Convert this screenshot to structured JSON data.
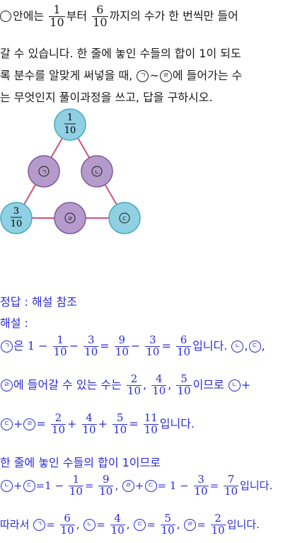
{
  "problem": {
    "line1": {
      "a": "안에는",
      "f1": {
        "n": "1",
        "d": "10"
      },
      "b": "부터",
      "f2": {
        "n": "6",
        "d": "10"
      },
      "c": "까지의 수가 한 번씩만 들어"
    },
    "line2": "갈 수 있습니다. 한 줄에 놓인 수들의 합이 1이 되도",
    "line3": {
      "a": "록 분수를 알맞게 써넣을 때,",
      "c1": "ㄱ",
      "tilde": "~",
      "c2": "ㄹ",
      "b": "에 들어가는 수"
    },
    "line4": "는 무엇인지 풀이과정을 쓰고, 답을 구하시오."
  },
  "diagram": {
    "top": {
      "n": "1",
      "d": "10"
    },
    "bottom_left": {
      "n": "3",
      "d": "10"
    },
    "labels": {
      "a": "ㄱ",
      "b": "ㄴ",
      "c": "ㄷ",
      "d": "ㄹ"
    },
    "colors": {
      "known_fill": "#8fd0e2",
      "unknown_fill": "#b59bcc",
      "stroke": "#4aa9c4",
      "unknown_stroke": "#7f5a9c",
      "edge": "#d0507a"
    }
  },
  "solution": {
    "answer_line": "정답 : 해설 참조",
    "explain_label": "해설 :",
    "s1": {
      "c": "ㄱ",
      "a": "은",
      "one": "1 −",
      "f1": {
        "n": "1",
        "d": "10"
      },
      "m1": "−",
      "f2": {
        "n": "3",
        "d": "10"
      },
      "eq1": "=",
      "f3": {
        "n": "9",
        "d": "10"
      },
      "m2": "−",
      "f4": {
        "n": "3",
        "d": "10"
      },
      "eq2": "=",
      "f5": {
        "n": "6",
        "d": "10"
      },
      "b": "입니다.",
      "c2": "ㄴ",
      "comma1": ",",
      "c3": "ㄷ",
      "comma2": ","
    },
    "s2": {
      "c": "ㄹ",
      "a": "에 들어갈 수 있는 수는",
      "f1": {
        "n": "2",
        "d": "10"
      },
      "comma1": ",",
      "f2": {
        "n": "4",
        "d": "10"
      },
      "comma2": ",",
      "f3": {
        "n": "5",
        "d": "10"
      },
      "b": "이므로",
      "c2": "ㄴ",
      "plus": "+"
    },
    "s3": {
      "c1": "ㄷ",
      "plus1": "+",
      "c2": "ㄹ",
      "eq": "=",
      "f1": {
        "n": "2",
        "d": "10"
      },
      "p1": "+",
      "f2": {
        "n": "4",
        "d": "10"
      },
      "p2": "+",
      "f3": {
        "n": "5",
        "d": "10"
      },
      "eq2": "=",
      "f4": {
        "n": "11",
        "d": "10"
      },
      "b": "입니다."
    },
    "s4": "한 줄에 놓인 수들의 합이 1이므로",
    "s5": {
      "c1": "ㄴ",
      "plus1": "+",
      "c2": "ㄷ",
      "eq1": "=1 −",
      "f1": {
        "n": "1",
        "d": "10"
      },
      "eq2": "=",
      "f2": {
        "n": "9",
        "d": "10"
      },
      "comma": ",",
      "c3": "ㄹ",
      "plus2": "+",
      "c4": "ㄷ",
      "eq3": "= 1 −",
      "f3": {
        "n": "3",
        "d": "10"
      },
      "eq4": "=",
      "f4": {
        "n": "7",
        "d": "10"
      },
      "b": "입니다."
    },
    "s6": {
      "a": "따라서",
      "c1": "ㄱ",
      "eq1": "=",
      "f1": {
        "n": "6",
        "d": "10"
      },
      "comma1": ",",
      "c2": "ㄴ",
      "eq2": "=",
      "f2": {
        "n": "4",
        "d": "10"
      },
      "comma2": ",",
      "c3": "ㄷ",
      "eq3": "=",
      "f3": {
        "n": "5",
        "d": "10"
      },
      "comma3": ",",
      "c4": "ㄹ",
      "eq4": "=",
      "f4": {
        "n": "2",
        "d": "10"
      },
      "b": "입니다."
    }
  }
}
